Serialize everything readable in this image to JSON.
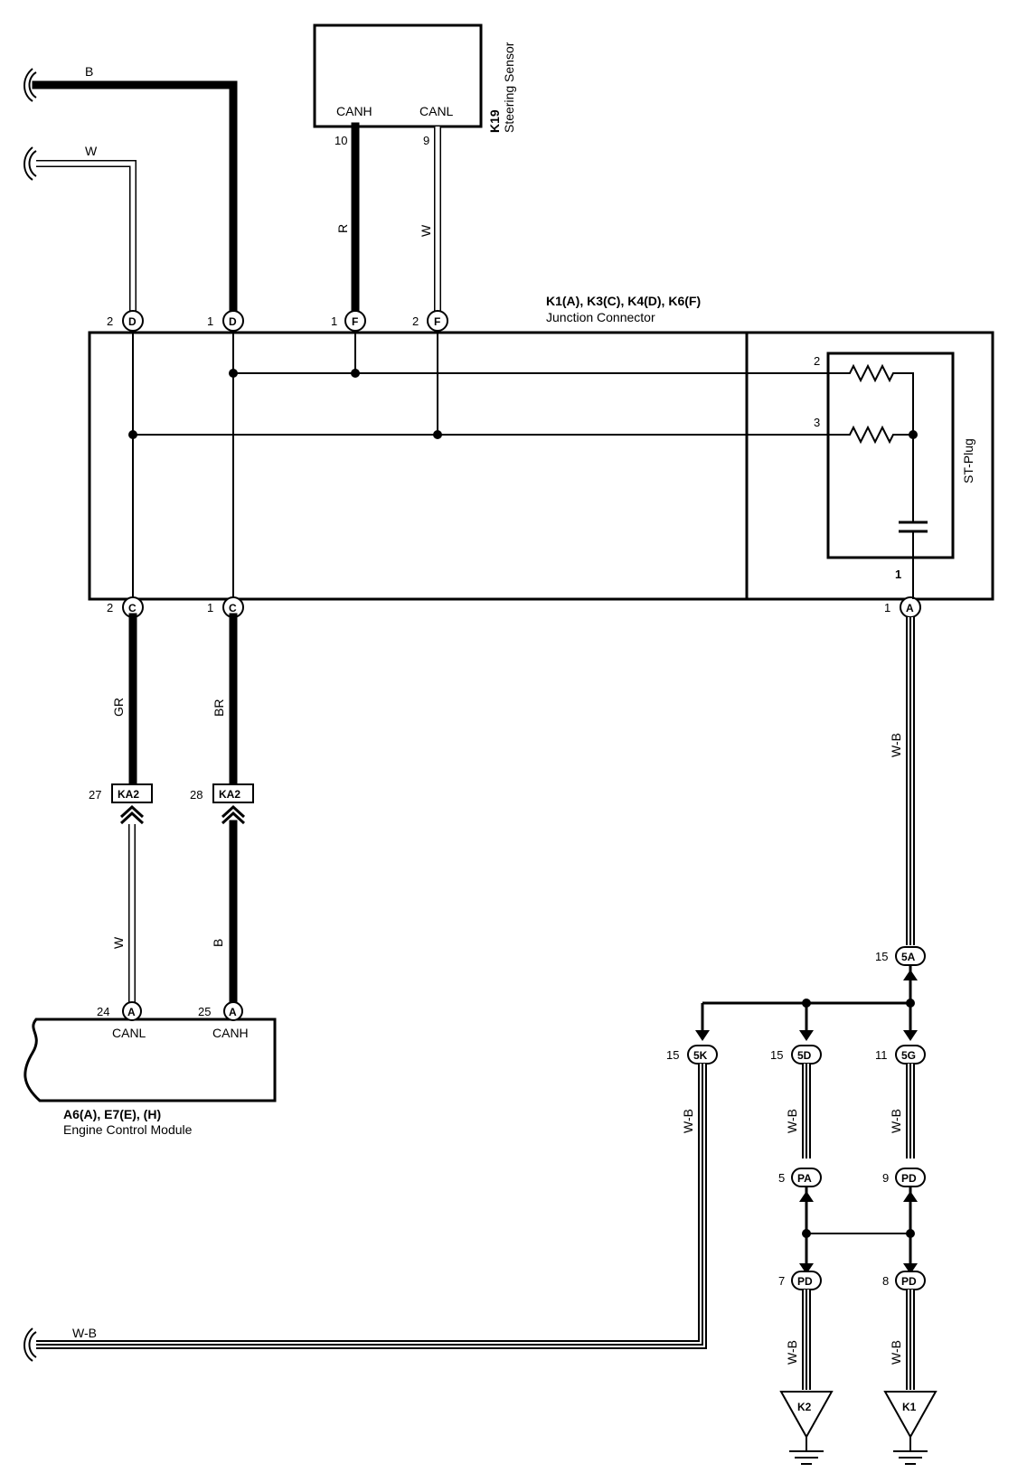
{
  "steering_sensor": {
    "code": "K19",
    "name": "Steering Sensor",
    "pin_canh_label": "CANH",
    "pin_canl_label": "CANL",
    "pin_canh_no": "10",
    "pin_canl_no": "9"
  },
  "junction": {
    "codes": "K1(A), K3(C), K4(D), K6(F)",
    "name": "Junction Connector",
    "top_pins": [
      {
        "num": "2",
        "letter": "D"
      },
      {
        "num": "1",
        "letter": "D"
      },
      {
        "num": "1",
        "letter": "F"
      },
      {
        "num": "2",
        "letter": "F"
      }
    ],
    "bottom_pins": [
      {
        "num": "2",
        "letter": "C"
      },
      {
        "num": "1",
        "letter": "C"
      },
      {
        "num": "1",
        "letter": "A"
      }
    ]
  },
  "st_plug": {
    "name": "ST-Plug",
    "pin2": "2",
    "pin3": "3",
    "pin1": "1"
  },
  "ecm": {
    "codes": "A6(A), E7(E), (H)",
    "name": "Engine Control Module",
    "canl_label": "CANL",
    "canh_label": "CANH",
    "pin_canl_no": "24",
    "pin_canh_no": "25",
    "pin_letter_l": "A",
    "pin_letter_h": "A"
  },
  "connectors": {
    "ka2_left": {
      "num": "27",
      "name": "KA2"
    },
    "ka2_right": {
      "num": "28",
      "name": "KA2"
    },
    "c_5a": {
      "num": "15",
      "name": "5A"
    },
    "c_5k": {
      "num": "15",
      "name": "5K"
    },
    "c_5d": {
      "num": "15",
      "name": "5D"
    },
    "c_5g": {
      "num": "11",
      "name": "5G"
    },
    "c_pa": {
      "num": "5",
      "name": "PA"
    },
    "c_pd9": {
      "num": "9",
      "name": "PD"
    },
    "c_pd7": {
      "num": "7",
      "name": "PD"
    },
    "c_pd8": {
      "num": "8",
      "name": "PD"
    }
  },
  "grounds": {
    "k2": "K2",
    "k1": "K1"
  },
  "wire_colors": {
    "top_b": "B",
    "top_w": "W",
    "sensor_r": "R",
    "sensor_w": "W",
    "gr": "GR",
    "br": "BR",
    "ecm_w": "W",
    "ecm_b": "B",
    "wb_right": "W-B",
    "wb_5k": "W-B",
    "wb_5d": "W-B",
    "wb_5g": "W-B",
    "wb_pd7": "W-B",
    "wb_pd8": "W-B",
    "wb_bottom": "W-B"
  }
}
